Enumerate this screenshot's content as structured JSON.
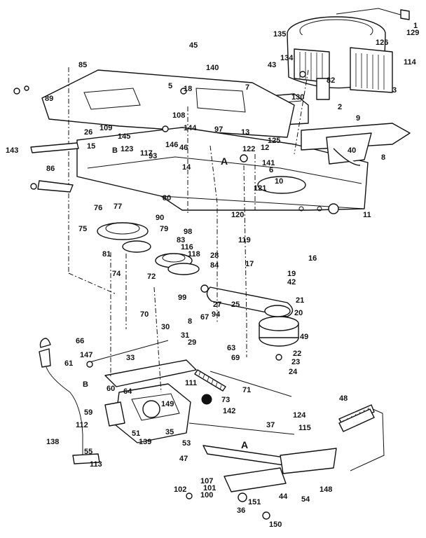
{
  "diagram": {
    "callouts": [
      "1",
      "2",
      "3",
      "5",
      "6",
      "7",
      "8",
      "9",
      "10",
      "11",
      "12",
      "13",
      "14",
      "15",
      "16",
      "17",
      "18",
      "19",
      "20",
      "21",
      "22",
      "23",
      "24",
      "25",
      "26",
      "27",
      "28",
      "29",
      "30",
      "31",
      "33",
      "35",
      "36",
      "37",
      "40",
      "42",
      "43",
      "44",
      "45",
      "46",
      "47",
      "48",
      "49",
      "51",
      "53",
      "54",
      "55",
      "59",
      "60",
      "61",
      "63",
      "64",
      "66",
      "67",
      "69",
      "70",
      "71",
      "72",
      "73",
      "74",
      "75",
      "76",
      "77",
      "79",
      "80",
      "81",
      "82",
      "83",
      "84",
      "85",
      "86",
      "89",
      "90",
      "93",
      "94",
      "97",
      "98",
      "99",
      "100",
      "101",
      "102",
      "107",
      "108",
      "109",
      "111",
      "112",
      "113",
      "114",
      "115",
      "116",
      "117",
      "118",
      "119",
      "120",
      "121",
      "122",
      "123",
      "124",
      "125",
      "126",
      "129",
      "130",
      "134",
      "135",
      "138",
      "139",
      "140",
      "141",
      "142",
      "143",
      "144",
      "145",
      "146",
      "147",
      "148",
      "149",
      "150",
      "151"
    ],
    "markers": {
      "section_a": "A",
      "section_b": "B",
      "fastener_b": "8"
    }
  }
}
